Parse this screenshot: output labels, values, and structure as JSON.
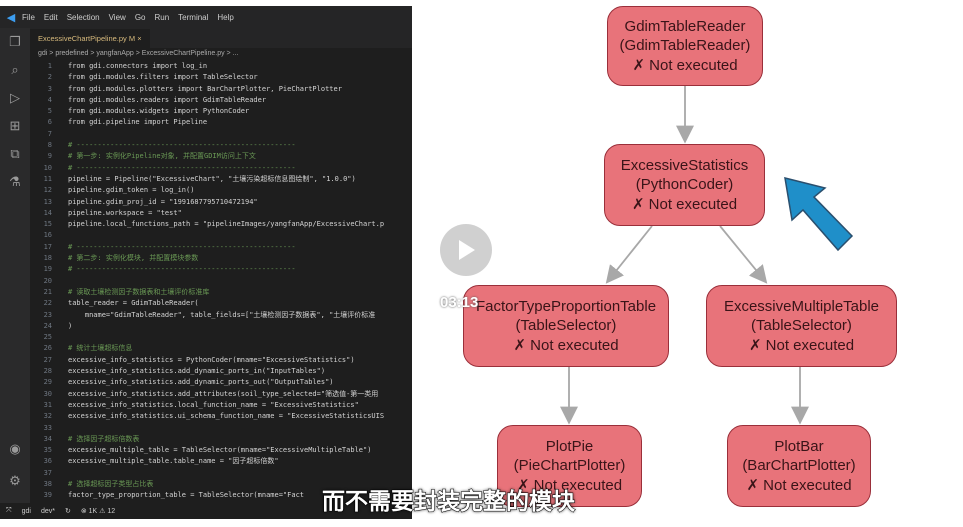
{
  "menu": {
    "items": [
      "File",
      "Edit",
      "Selection",
      "View",
      "Go",
      "Run",
      "Terminal",
      "Help"
    ]
  },
  "tab": {
    "label": "ExcessiveChartPipeline.py M ×"
  },
  "breadcrumb": "gdi > predefined > yangfanApp > ExcessiveChartPipeline.py > ...",
  "code": [
    {
      "n": "1",
      "t": "from gdi.connectors import log_in"
    },
    {
      "n": "2",
      "t": "from gdi.modules.filters import TableSelector"
    },
    {
      "n": "3",
      "t": "from gdi.modules.plotters import BarChartPlotter, PieChartPlotter"
    },
    {
      "n": "4",
      "t": "from gdi.modules.readers import GdimTableReader"
    },
    {
      "n": "5",
      "t": "from gdi.modules.widgets import PythonCoder"
    },
    {
      "n": "6",
      "t": "from gdi.pipeline import Pipeline"
    },
    {
      "n": "7",
      "t": ""
    },
    {
      "n": "8",
      "t": "# ----------------------------------------------------",
      "c": 1
    },
    {
      "n": "9",
      "t": "# 第一步: 实例化Pipeline对象, 并配置GDIM访问上下文",
      "c": 1
    },
    {
      "n": "10",
      "t": "# ----------------------------------------------------",
      "c": 1
    },
    {
      "n": "11",
      "t": "pipeline = Pipeline(\"ExcessiveChart\", \"土壤污染超标信息图绘制\", \"1.0.0\")"
    },
    {
      "n": "12",
      "t": "pipeline.gdim_token = log_in()"
    },
    {
      "n": "13",
      "t": "pipeline.gdim_proj_id = \"1991687795710472194\""
    },
    {
      "n": "14",
      "t": "pipeline.workspace = \"test\""
    },
    {
      "n": "15",
      "t": "pipeline.local_functions_path = \"pipelineImages/yangfanApp/ExcessiveChart.p"
    },
    {
      "n": "16",
      "t": ""
    },
    {
      "n": "17",
      "t": "# ----------------------------------------------------",
      "c": 1
    },
    {
      "n": "18",
      "t": "# 第二步: 实例化模块, 并配置模块参数",
      "c": 1
    },
    {
      "n": "19",
      "t": "# ----------------------------------------------------",
      "c": 1
    },
    {
      "n": "20",
      "t": ""
    },
    {
      "n": "21",
      "t": "# 读取土壤检测因子数据表和土壤评价标准库",
      "c": 1
    },
    {
      "n": "22",
      "t": "table_reader = GdimTableReader("
    },
    {
      "n": "23",
      "t": "    mname=\"GdimTableReader\", table_fields=[\"土壤检测因子数据表\", \"土壤评价标准"
    },
    {
      "n": "24",
      "t": ")"
    },
    {
      "n": "25",
      "t": ""
    },
    {
      "n": "26",
      "t": "# 统计土壤超标信息",
      "c": 1
    },
    {
      "n": "27",
      "t": "excessive_info_statistics = PythonCoder(mname=\"ExcessiveStatistics\")"
    },
    {
      "n": "28",
      "t": "excessive_info_statistics.add_dynamic_ports_in(\"InputTables\")"
    },
    {
      "n": "29",
      "t": "excessive_info_statistics.add_dynamic_ports_out(\"OutputTables\")"
    },
    {
      "n": "30",
      "t": "excessive_info_statistics.add_attributes(soil_type_selected=\"筛选值-第一类用"
    },
    {
      "n": "31",
      "t": "excessive_info_statistics.local_function_name = \"ExcessiveStatistics\""
    },
    {
      "n": "32",
      "t": "excessive_info_statistics.ui_schema_function_name = \"ExcessiveStatisticsUIS"
    },
    {
      "n": "33",
      "t": ""
    },
    {
      "n": "34",
      "t": "# 选择因子超标倍数表",
      "c": 1
    },
    {
      "n": "35",
      "t": "excessive_multiple_table = TableSelector(mname=\"ExcessiveMultipleTable\")"
    },
    {
      "n": "36",
      "t": "excessive_multiple_table.table_name = \"因子超标倍数\""
    },
    {
      "n": "37",
      "t": ""
    },
    {
      "n": "38",
      "t": "# 选择超标因子类型占比表",
      "c": 1
    },
    {
      "n": "39",
      "t": "factor_type_proportion_table = TableSelector(mname=\"Fact"
    }
  ],
  "status": {
    "folder": "gdi",
    "branch": "dev*",
    "errors": "1K",
    "warnings": "12"
  },
  "nodes": [
    {
      "name": "GdimTableReader",
      "type": "(GdimTableReader)",
      "status": "✗ Not executed"
    },
    {
      "name": "ExcessiveStatistics",
      "type": "(PythonCoder)",
      "status": "✗ Not executed"
    },
    {
      "name": "FactorTypeProportionTable",
      "type": "(TableSelector)",
      "status": "✗ Not executed"
    },
    {
      "name": "ExcessiveMultipleTable",
      "type": "(TableSelector)",
      "status": "✗ Not executed"
    },
    {
      "name": "PlotPie",
      "type": "(PieChartPlotter)",
      "status": "✗ Not executed"
    },
    {
      "name": "PlotBar",
      "type": "(BarChartPlotter)",
      "status": "✗ Not executed"
    }
  ],
  "video": {
    "time": "03:13"
  },
  "subtitle": "而不需要封装完整的模块"
}
